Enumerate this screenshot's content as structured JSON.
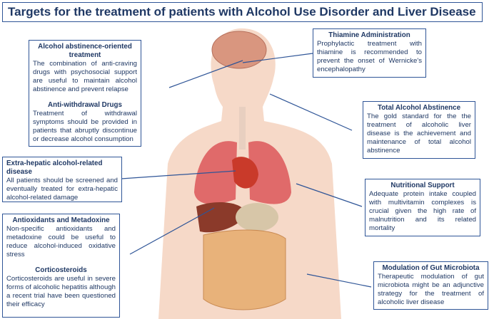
{
  "title": "Targets for the treatment of patients with Alcohol Use Disorder and Liver Disease",
  "boxes": {
    "abstinence_oriented": {
      "heading": "Alcohol abstinence-oriented treatment",
      "text": "The combination of anti-craving drugs with psychosocial support are useful to maintain alcohol abstinence and prevent relapse"
    },
    "anti_withdrawal": {
      "heading": "Anti-withdrawal Drugs",
      "text": "Treatment of withdrawal symptoms should be provided in patients that abruptly discontinue or decrease alcohol consumption"
    },
    "thiamine": {
      "heading": "Thiamine Administration",
      "text": "Prophylactic treatment with thiamine is recommended to prevent the onset of Wernicke's encephalopathy"
    },
    "total_abstinence": {
      "heading": "Total Alcohol Abstinence",
      "text": "The gold standard for the the treatment of alcoholic liver disease is the achievement and maintenance of total alcohol abstinence"
    },
    "extra_hepatic": {
      "heading": "Extra-hepatic alcohol-related disease",
      "text": "All patients should be screened and eventually treated for extra-hepatic alcohol-related damage"
    },
    "nutritional": {
      "heading": "Nutritional Support",
      "text": "Adequate protein intake coupled with multivitamin complexes is crucial given the high rate of malnutrition and its related mortality"
    },
    "antioxidants": {
      "heading": "Antioxidants and Metadoxine",
      "text": "Non-specific antioxidants and metadoxine could be useful to reduce alcohol-induced oxidative stress"
    },
    "corticosteroids": {
      "heading": "Corticosteroids",
      "text": "Corticosteroids are useful in severe forms of alcoholic hepatitis although a recent trial have been questioned their efficacy"
    },
    "gut": {
      "heading": "Modulation of Gut Microbiota",
      "text": "Therapeutic modulation of gut microbiota might be an adjunctive strategy for the treatment of alcoholic liver disease"
    }
  },
  "colors": {
    "border": "#2f5597",
    "text": "#1f3864",
    "skin": "#f6d9c8",
    "lung": "#e06a6a",
    "liver": "#8b3a2a",
    "intestine": "#e8b27a"
  }
}
